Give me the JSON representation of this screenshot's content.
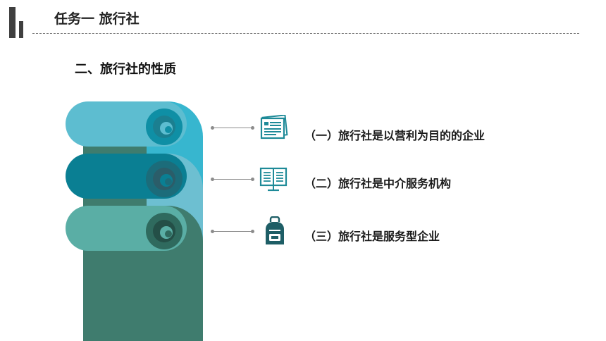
{
  "header": {
    "title": "任务一  旅行社"
  },
  "section": {
    "title": "二、旅行社的性质"
  },
  "items": [
    {
      "text": "（一）旅行社是以营利为目的的企业",
      "icon": "document-icon",
      "color": "#1e8a98"
    },
    {
      "text": "（二）旅行社是中介服务机构",
      "icon": "monitor-book-icon",
      "color": "#1e8a98"
    },
    {
      "text": "（三）旅行社是服务型企业",
      "icon": "backpack-icon",
      "color": "#1e5e66"
    }
  ],
  "colors": {
    "light_blue": "#5dbdd0",
    "bright_blue": "#37b6cf",
    "dark_teal": "#0a7f93",
    "sea_green": "#5aaea5",
    "dark_green": "#3f7c6e",
    "logo": "#3f3f3f"
  }
}
